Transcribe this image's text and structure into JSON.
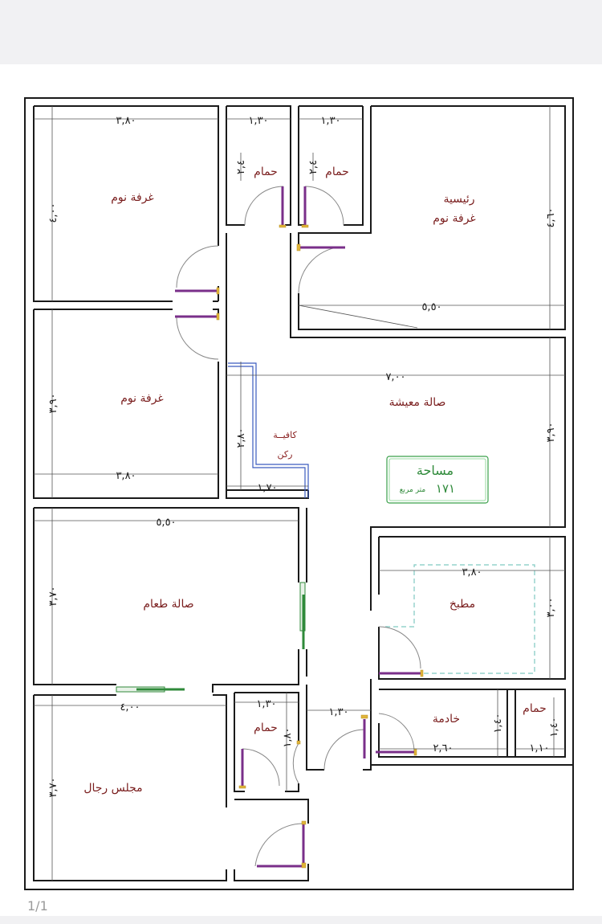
{
  "rooms": {
    "bedroom_1": "غرفة نوم",
    "bathroom_1": "حمام",
    "bathroom_2": "حمام",
    "master_line1": "رئيسية",
    "master_line2": "غرفة نوم",
    "bedroom_2": "غرفة نوم",
    "living": "صالة معيشة",
    "coffee_line1": "كافيــة",
    "coffee_line2": "ركن",
    "dining": "صالة طعام",
    "kitchen": "مطبخ",
    "bathroom_3": "حمام",
    "maid": "خادمة",
    "bathroom_4": "حمام",
    "majlis": "مجلس رجال"
  },
  "area_badge": {
    "title": "مساحة",
    "value": "١٧١",
    "unit": "متر مربع",
    "color": "#3aa04a"
  },
  "dimensions": {
    "bed1_width": "٣,٨٠",
    "bed1_height": "٤,٠٠",
    "bath1_width": "١,٣٠",
    "bath1_height": "٢,٤",
    "bath2_width": "١,٣٠",
    "bath2_height": "٢,٤",
    "master_height": "٤,٦٠",
    "master_width": "٥,٥٠",
    "bed2_height": "٣,٩٠",
    "bed2_width": "٣,٨٠",
    "living_width": "٧,٠٠",
    "living_height": "٣,٩٠",
    "corridor_height": "٢,٨٠",
    "corridor_width": "١,٧٠",
    "dining_width": "٥,٥٠",
    "dining_height": "٣,٧٠",
    "kitchen_width": "٣,٨٠",
    "kitchen_height": "٣,٠٠",
    "majlis_width": "٤,٠٠",
    "majlis_height": "٣,٧٠",
    "bath3_width": "١,٣٠",
    "bath3_height": "١,٨٠",
    "entry_width": "١,٣٠",
    "maid_width": "٢,٦٠",
    "maid_height": "١,٤٠",
    "bath4_width": "١,١٠",
    "bath4_height": "١,٤٠"
  },
  "page_number": "1/1",
  "colors": {
    "room_label": "#7a1e1e",
    "door_leaf": "#7a2f8a",
    "door_hinge": "#e0b43a",
    "coffee_outline": "#3a5bbf",
    "window_glass": "#2f8a3a"
  }
}
